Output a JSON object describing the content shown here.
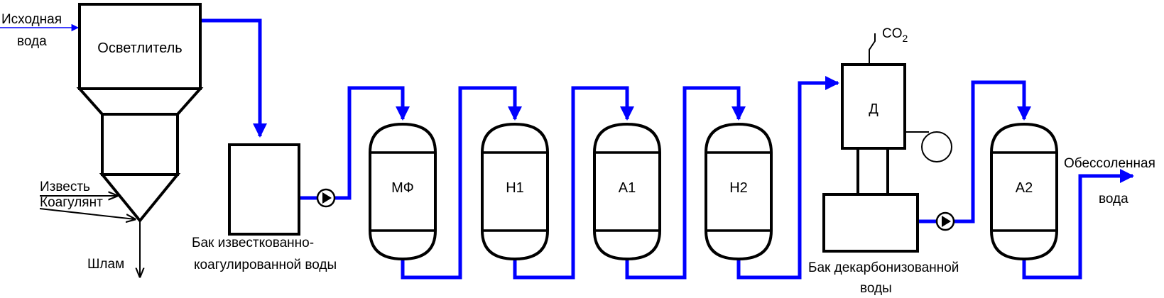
{
  "labels": {
    "source_water_1": "Исходная",
    "source_water_2": "вода",
    "clarifier": "Осветлитель",
    "lime": "Известь",
    "coagulant": "Коагулянт",
    "sludge": "Шлам",
    "tank1_1": "Бак известкованно-",
    "tank1_2": "коагулированной воды",
    "mf": "МФ",
    "h1": "Н1",
    "a1": "А1",
    "h2": "Н2",
    "d": "Д",
    "co2_main": "CO",
    "co2_sub": "2",
    "tank2_1": "Бак декарбонизованной",
    "tank2_2": "воды",
    "a2": "А2",
    "output_1": "Обессоленная",
    "output_2": "вода"
  },
  "colors": {
    "pipe": "#0000ff",
    "outline": "#000000",
    "background": "#ffffff"
  }
}
